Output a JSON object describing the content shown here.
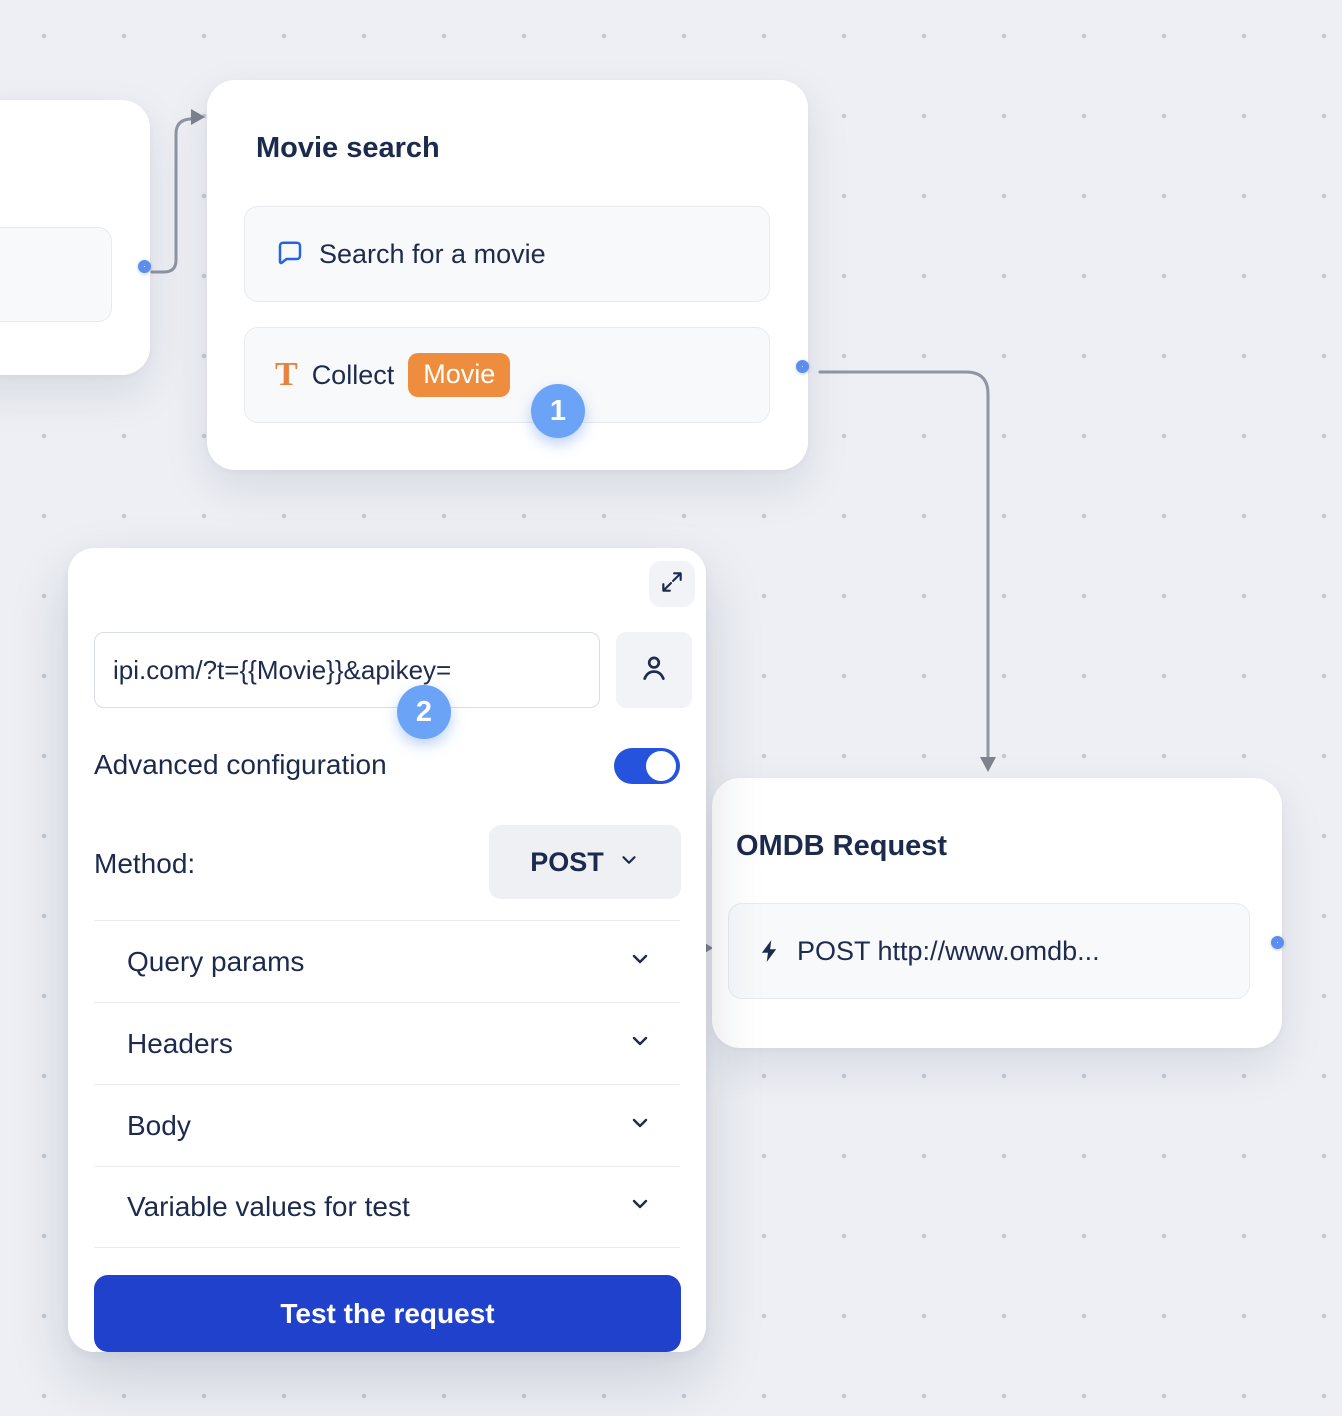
{
  "canvas": {
    "bg": "#edeff4",
    "dot_color": "#c6cad3"
  },
  "nodes": {
    "movie_search": {
      "title": "Movie search",
      "rows": [
        {
          "icon": "chat-bubble-icon",
          "label": "Search for a movie"
        },
        {
          "icon": "text-input-icon",
          "label": "Collect",
          "badge": "Movie"
        }
      ]
    },
    "omdb_request": {
      "title": "OMDB Request",
      "rows": [
        {
          "icon": "lightning-bolt-icon",
          "label": "POST http://www.omdb..."
        }
      ]
    }
  },
  "panel": {
    "url_value": "ipi.com/?t={{Movie}}&apikey=",
    "advanced_label": "Advanced configuration",
    "method_label": "Method:",
    "method_value": "POST",
    "sections": [
      "Query params",
      "Headers",
      "Body",
      "Variable values for test"
    ],
    "test_button": "Test the request"
  },
  "step_markers": {
    "step1": "1",
    "step2": "2"
  },
  "icons": {
    "expand": "expand-icon",
    "person": "person-icon",
    "chevron": "chevron-down-icon",
    "chat": "chat-bubble-icon",
    "text_input": "text-input-icon",
    "lightning": "lightning-bolt-icon"
  },
  "colors": {
    "accent_blue": "#2563eb",
    "badge_orange": "#ef8d3e",
    "button_blue": "#1f41cb",
    "toggle_blue": "#2553dd",
    "connector_gray": "#8f95a1",
    "port_ring": "#5c8ef0",
    "step_badge_blue": "#6ba3f7"
  }
}
